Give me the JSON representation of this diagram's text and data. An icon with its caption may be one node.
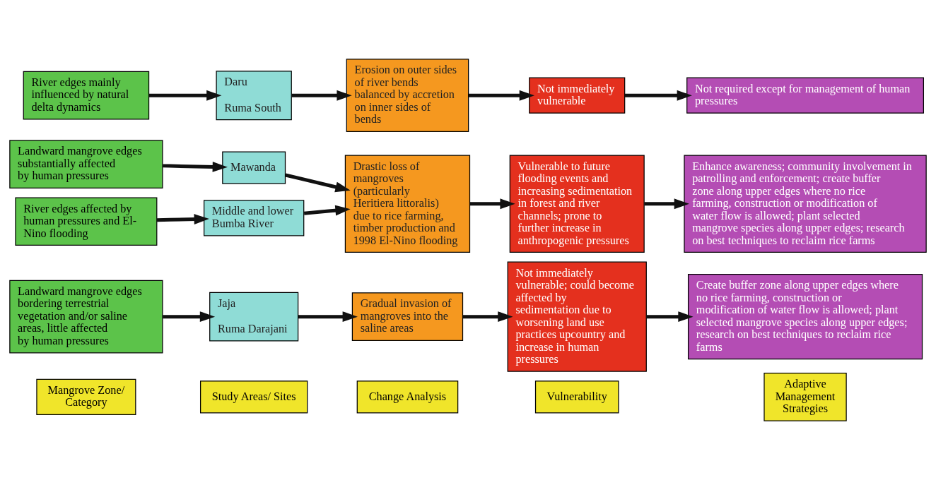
{
  "diagram": {
    "nodes": [
      {
        "text": [
          "Mangrove Zone/ Category"
        ]
      },
      {
        "text": [
          "Study Areas/ Sites"
        ]
      },
      {
        "text": [
          "Change Analysis"
        ]
      },
      {
        "text": [
          "Vulnerability"
        ]
      },
      {
        "text": [
          "Adaptive Management Strategies"
        ]
      },
      {
        "text": [
          "Landward mangrove edges bordering terrestrial vegetation and/or saline areas, little affected by human pressures"
        ]
      },
      {
        "text": [
          "Jaja",
          "Ruma Darajani"
        ]
      },
      {
        "text": [
          "Gradual invasion of mangroves into the saline areas"
        ]
      },
      {
        "text": [
          "Not immediately vulnerable; could become affected by sedimentation due to worsening land use practices upcountry and increase in human pressures"
        ]
      },
      {
        "text": [
          "Create buffer zone along upper edges where no rice farming, construction or modification of water flow is allowed; plant selected mangrove species along upper edges; research on best techniques to reclaim rice farms"
        ]
      },
      {
        "text": [
          "Landward mangrove edges substantially affected by human pressures"
        ]
      },
      {
        "text": [
          "Mawanda"
        ]
      },
      {
        "text": [
          "River edges affected by human pressures and El-Nino flooding"
        ]
      },
      {
        "text": [
          "Middle and lower Bumba River"
        ]
      },
      {
        "text": [
          "Drastic loss of mangroves (particularly Heritiera littoralis) due to rice farming, timber production and 1998 El-Nino flooding"
        ]
      },
      {
        "text": [
          "Vulnerable to future flooding events and increasing sedimentation in forest and river channels; prone to further increase in anthropogenic pressures"
        ]
      },
      {
        "text": [
          "Enhance awareness; community involvement in patrolling and enforcement; create buffer zone along upper edges where no rice farming, construction or modification of water flow is allowed; plant selected mangrove species along upper edges; research on best techniques to reclaim rice farms"
        ]
      },
      {
        "text": [
          "River edges mainly influenced by natural delta dynamics"
        ]
      },
      {
        "text": [
          "Daru",
          "Ruma South"
        ]
      },
      {
        "text": [
          "Erosion on outer sides of river bends balanced by accretion on inner sides of bends"
        ]
      },
      {
        "text": [
          "Not immediately vulnerable"
        ]
      },
      {
        "text": [
          "Not required except for management of human pressures"
        ]
      }
    ],
    "edges": [
      {
        "from": 5,
        "to": 6,
        "arrow": "to"
      },
      {
        "from": 6,
        "to": 7,
        "arrow": "to"
      },
      {
        "from": 7,
        "to": 8,
        "arrow": "to"
      },
      {
        "from": 8,
        "to": 9,
        "arrow": "to"
      },
      {
        "from": 10,
        "to": 11,
        "arrow": "to"
      },
      {
        "from": 11,
        "to": 14,
        "arrow": "to"
      },
      {
        "from": 12,
        "to": 13,
        "arrow": "to"
      },
      {
        "from": 13,
        "to": 14,
        "arrow": "to"
      },
      {
        "from": 14,
        "to": 15,
        "arrow": "to"
      },
      {
        "from": 15,
        "to": 16,
        "arrow": "to"
      },
      {
        "from": 17,
        "to": 18,
        "arrow": "to"
      },
      {
        "from": 18,
        "to": 19,
        "arrow": "to"
      },
      {
        "from": 19,
        "to": 20,
        "arrow": "to"
      },
      {
        "from": 20,
        "to": 21,
        "arrow": "to"
      }
    ]
  }
}
